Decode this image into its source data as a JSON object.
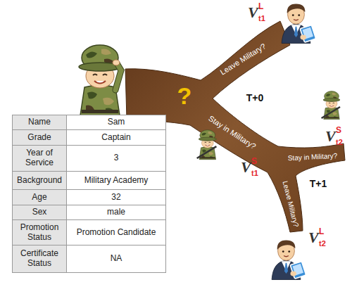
{
  "diagram": {
    "labels": [
      "?",
      "Leave Military?",
      "T+0",
      "Stay in Military?",
      "Stay in Military?",
      "T+1",
      "Leave Military?",
      "V",
      "L",
      "t1",
      "V",
      "S",
      "t1",
      "V",
      "S",
      "t2",
      "V",
      "L",
      "t2",
      "Name",
      "Sam",
      "Grade",
      "Captain",
      "Year of Service",
      "3",
      "Background",
      "Military Academy",
      "Age",
      "32",
      "Sex",
      "male",
      "Promotion Status",
      "Promotion Candidate",
      "Certificate Status",
      "NA"
    ]
  }
}
